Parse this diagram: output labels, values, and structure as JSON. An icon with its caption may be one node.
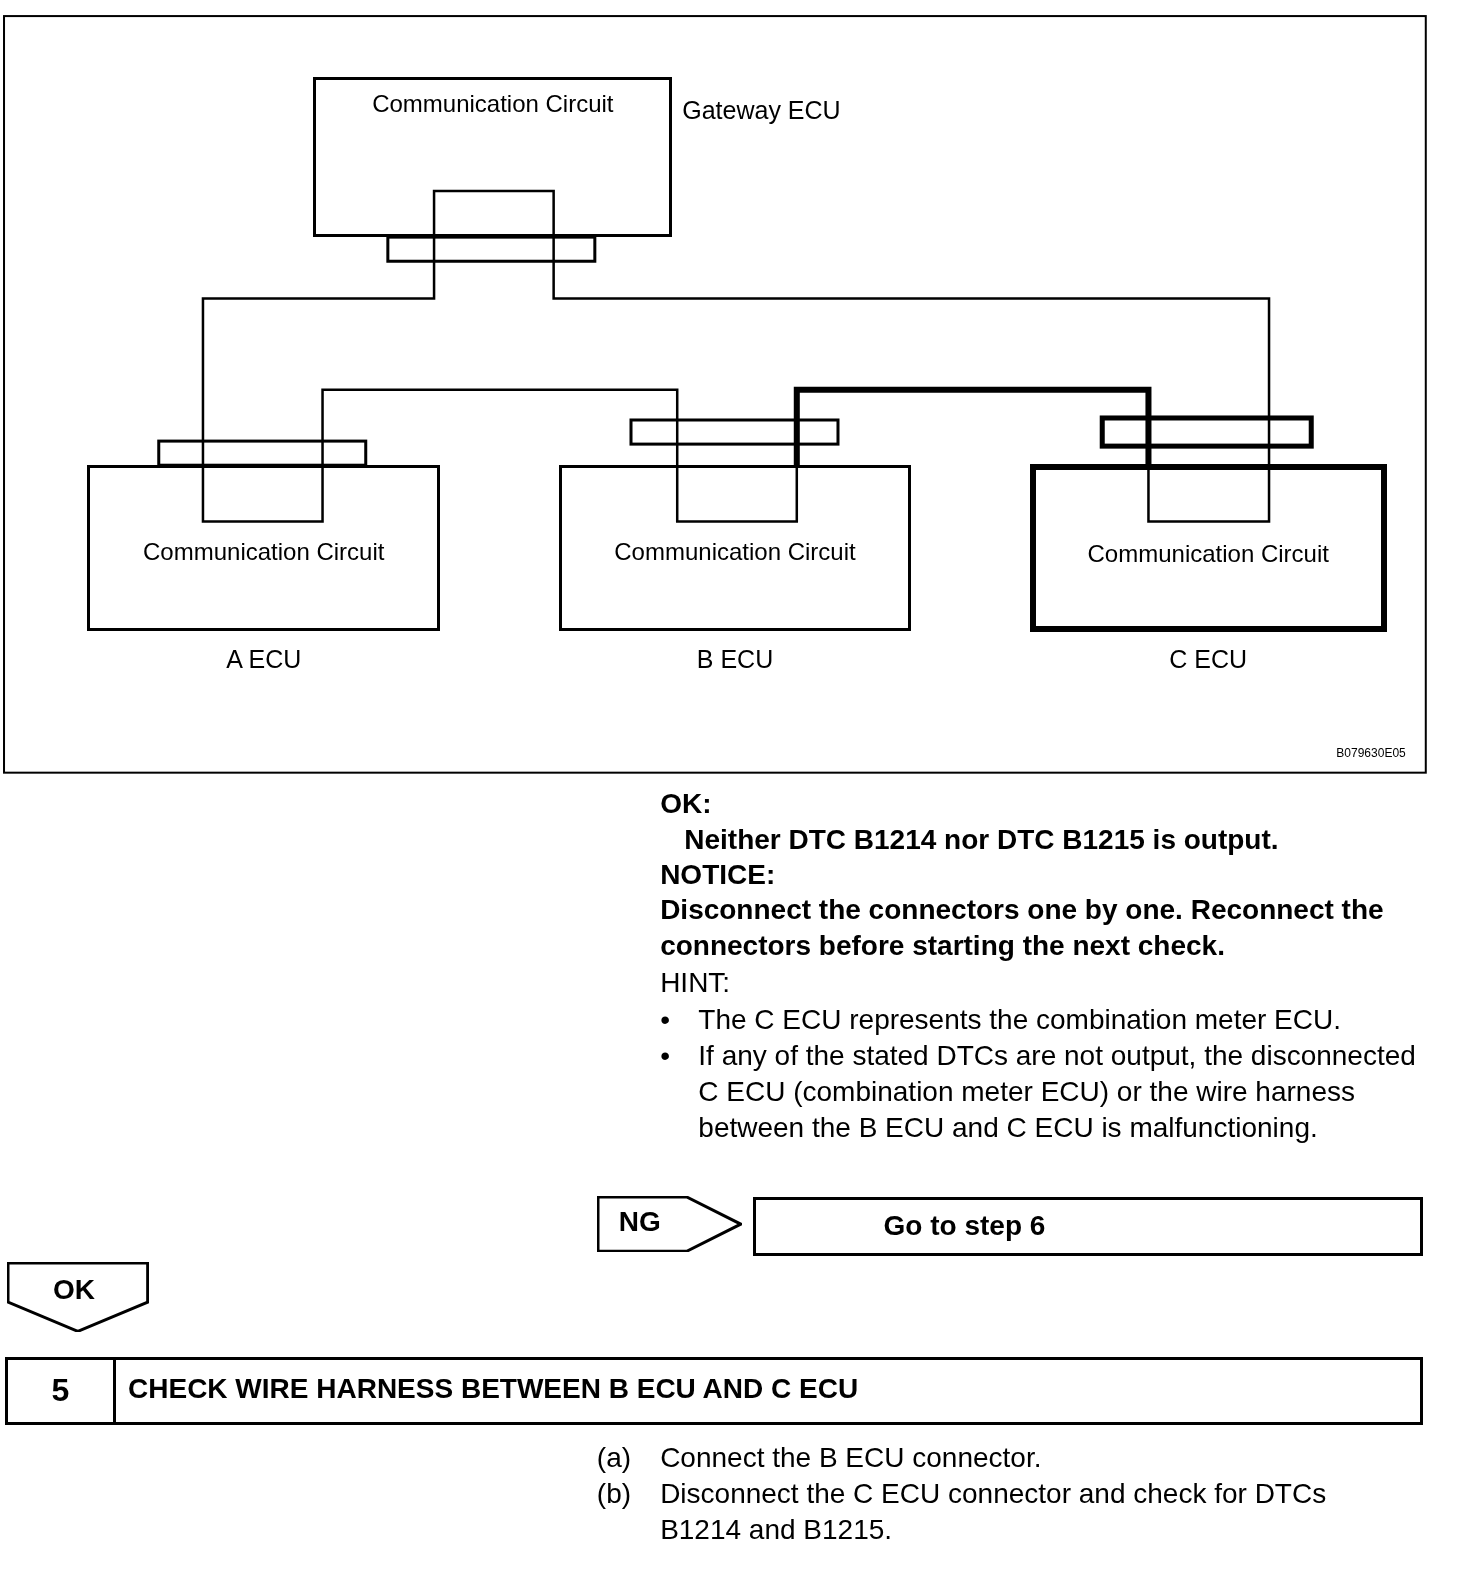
{
  "diagram": {
    "nodes": [
      {
        "text": [
          "Communication Circuit"
        ],
        "beside": [
          "Gateway ECU"
        ]
      },
      {
        "text": [
          "Communication Circuit"
        ],
        "beside": [
          "A ECU"
        ]
      },
      {
        "text": [
          "Communication Circuit"
        ],
        "beside": [
          "B ECU"
        ]
      },
      {
        "text": [
          "Communication Circuit"
        ],
        "beside": [
          "C ECU"
        ]
      },
      {
        "text": [
          "NG"
        ]
      },
      {
        "text": [
          "Go to step 6"
        ]
      },
      {
        "text": [
          "OK"
        ]
      },
      {
        "text": [
          "5",
          "CHECK WIRE HARNESS BETWEEN B ECU AND C ECU"
        ]
      }
    ],
    "edges": [
      {
        "from": 0,
        "to": 1,
        "arrow": "none"
      },
      {
        "from": 0,
        "to": 3,
        "arrow": "none"
      },
      {
        "from": 1,
        "to": 2,
        "arrow": "none"
      },
      {
        "from": 2,
        "to": 3,
        "arrow": "none",
        "style": "thick"
      }
    ],
    "labels": [
      "B079630E05",
      "OK:",
      "Neither DTC B1214 nor DTC B1215 is output.",
      "NOTICE:",
      "Disconnect the connectors one by one. Reconnect the connectors before starting the next check.",
      "HINT:",
      "•",
      "The C ECU represents the combination meter ECU.",
      "•",
      "If any of the stated DTCs are not output, the disconnected C ECU (combination meter ECU) or the wire harness between the B ECU and C ECU is malfunctioning.",
      "(a)",
      "Connect the B ECU connector.",
      "(b)",
      "Disconnect the C ECU connector and check for DTCs B1214 and B1215."
    ]
  }
}
